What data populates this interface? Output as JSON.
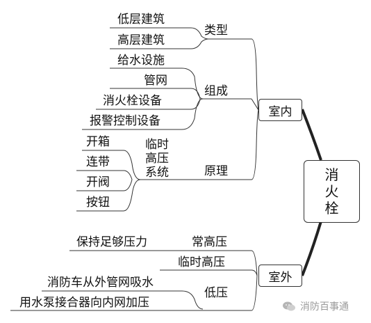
{
  "root": {
    "label": "消火栓"
  },
  "indoor": {
    "label": "室内",
    "groups": {
      "type": {
        "label": "类型",
        "items": [
          "低层建筑",
          "高层建筑"
        ]
      },
      "composition": {
        "label": "组成",
        "items": [
          "给水设施",
          "管网",
          "消火栓设备",
          "报警控制设备"
        ]
      },
      "principle": {
        "label": "原理",
        "sub_label": [
          "临时",
          "高压",
          "系统"
        ],
        "items": [
          "开箱",
          "连带",
          "开阀",
          "按钮"
        ]
      }
    }
  },
  "outdoor": {
    "label": "室外",
    "groups": {
      "constant_high": {
        "label": "常高压",
        "items": [
          "保持足够压力"
        ]
      },
      "temporary_high": {
        "label": "临时高压"
      },
      "low": {
        "label": "低压",
        "items": [
          "消防车从外管网吸水",
          "用水泵接合器向内网加压"
        ]
      }
    }
  },
  "watermark": {
    "text": "消防百事通",
    "icon": "wechat-icon"
  }
}
